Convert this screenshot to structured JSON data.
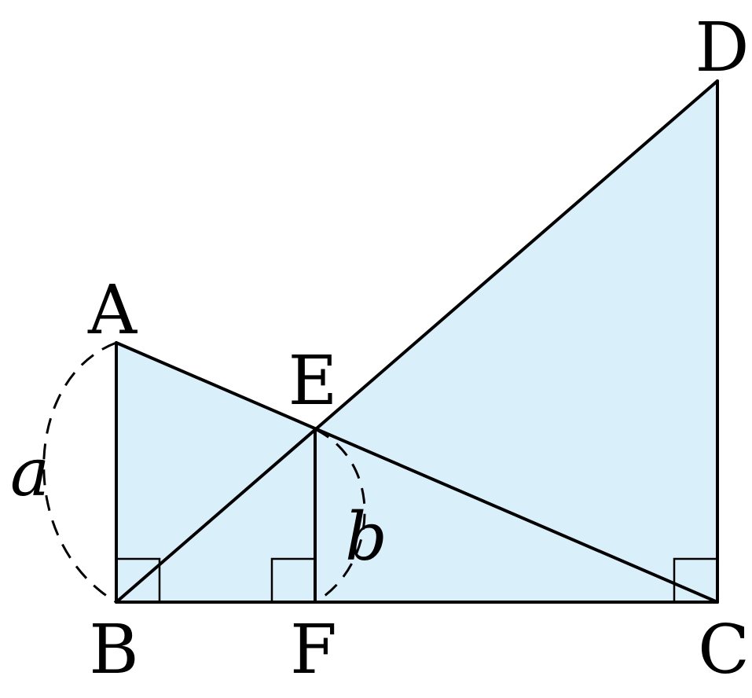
{
  "points": {
    "A": "A",
    "B": "B",
    "C": "C",
    "D": "D",
    "E": "E",
    "F": "F"
  },
  "lengths": {
    "a": "a",
    "b": "b"
  },
  "colors": {
    "fill": "#d9eff9",
    "stroke": "#000000"
  }
}
